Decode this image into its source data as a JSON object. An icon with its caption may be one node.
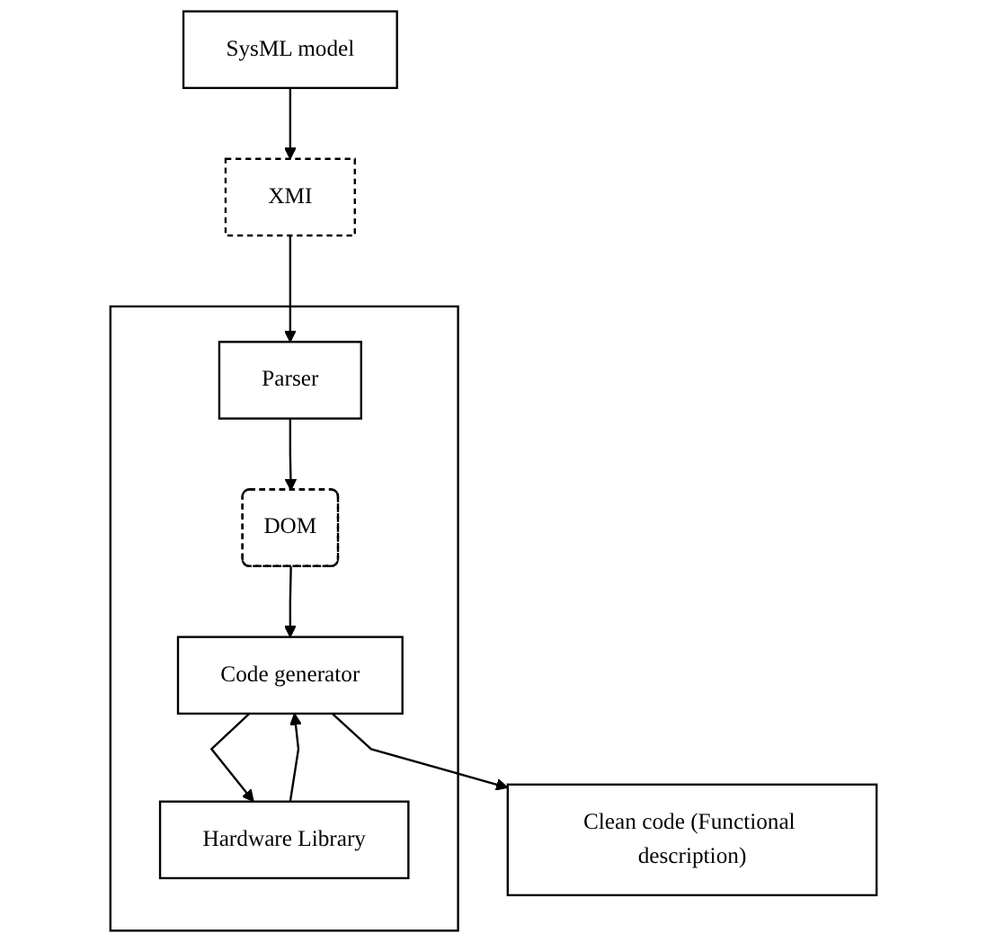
{
  "diagram": {
    "nodes": [
      {
        "text": [
          "SysML model"
        ]
      },
      {
        "text": [
          "XMI"
        ]
      },
      {
        "text": [],
        "shape": "box"
      },
      {
        "text": [
          "Parser"
        ],
        "in": 2
      },
      {
        "text": [
          "Hardware Library"
        ],
        "in": 2
      },
      {
        "text": [
          "DOM"
        ],
        "in": 2
      },
      {
        "text": [
          "Code generator"
        ],
        "in": 2
      },
      {
        "text": [
          "Clean code (Functional description)"
        ]
      }
    ],
    "edges": [
      {
        "from": 0,
        "to": 1,
        "arrow": "to"
      },
      {
        "from": 1,
        "to": 3,
        "arrow": "to"
      },
      {
        "from": 3,
        "to": 5,
        "arrow": "to"
      },
      {
        "from": 5,
        "to": 6,
        "arrow": "to"
      },
      {
        "from": 6,
        "to": 4,
        "arrow": "to"
      },
      {
        "from": 4,
        "to": 6,
        "arrow": "to"
      },
      {
        "from": 6,
        "to": 7,
        "arrow": "to"
      }
    ]
  }
}
